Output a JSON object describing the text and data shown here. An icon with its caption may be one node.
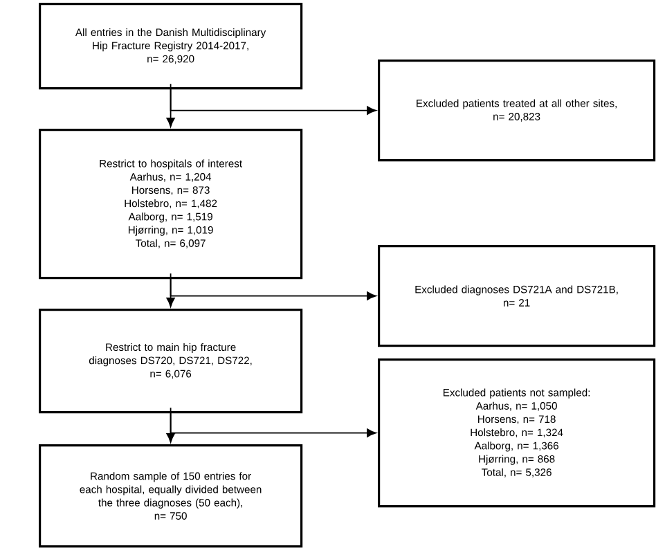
{
  "diagram": {
    "nodes": [
      {
        "text": [
          "All entries in the Danish Multidisciplinary Hip Fracture Registry 2014-2017,",
          "n= 26,920"
        ]
      },
      {
        "text": [
          "Excluded patients treated at all other sites,",
          "n= 20,823"
        ]
      },
      {
        "text": [
          "Restrict to hospitals of interest",
          "Aarhus, n= 1,204",
          "Horsens, n= 873",
          "Holstebro, n= 1,482",
          "Aalborg, n= 1,519",
          "Hjørring, n= 1,019",
          "Total, n= 6,097"
        ]
      },
      {
        "text": [
          "Excluded diagnoses DS721A and DS721B,",
          "n= 21"
        ]
      },
      {
        "text": [
          "Restrict to main hip fracture diagnoses DS720, DS721, DS722,",
          "n= 6,076"
        ]
      },
      {
        "text": [
          "Excluded patients not sampled:",
          "Aarhus, n= 1,050",
          "Horsens, n= 718",
          "Holstebro, n= 1,324",
          "Aalborg, n= 1,366",
          "Hjørring, n= 868",
          "Total, n= 5,326"
        ]
      },
      {
        "text": [
          "Random sample of 150 entries for each hospital, equally divided between the three diagnoses (50 each),",
          "n= 750"
        ]
      }
    ],
    "edges": [
      {
        "from": 0,
        "to": 2,
        "arrow": "to"
      },
      {
        "from": 0,
        "to": 1,
        "arrow": "to"
      },
      {
        "from": 2,
        "to": 4,
        "arrow": "to"
      },
      {
        "from": 2,
        "to": 3,
        "arrow": "to"
      },
      {
        "from": 4,
        "to": 6,
        "arrow": "to"
      },
      {
        "from": 4,
        "to": 5,
        "arrow": "to"
      }
    ]
  }
}
